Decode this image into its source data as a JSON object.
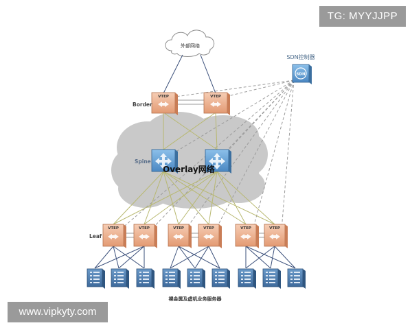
{
  "watermarks": {
    "tg": "TG: MYYJJPP",
    "url": "www.vipkyty.com"
  },
  "labels": {
    "external_network": "外部网络",
    "sdn_controller": "SDN控制器",
    "sdn_badge": "SDN",
    "border": "Border",
    "spine": "Spine",
    "overlay": "Overlay网络",
    "leaf": "Leaf",
    "servers": "裸金属及虚机业务服务器",
    "vtep": "VTEP"
  },
  "colors": {
    "cloud": "#c9c9c9",
    "switch_orange": "#f0b493",
    "switch_blue": "#6aa7d8",
    "server_blue": "#4f80b5",
    "link_dark": "#3a4f7a",
    "link_olive": "#b8b870",
    "link_dashed": "#9b9b9b"
  }
}
